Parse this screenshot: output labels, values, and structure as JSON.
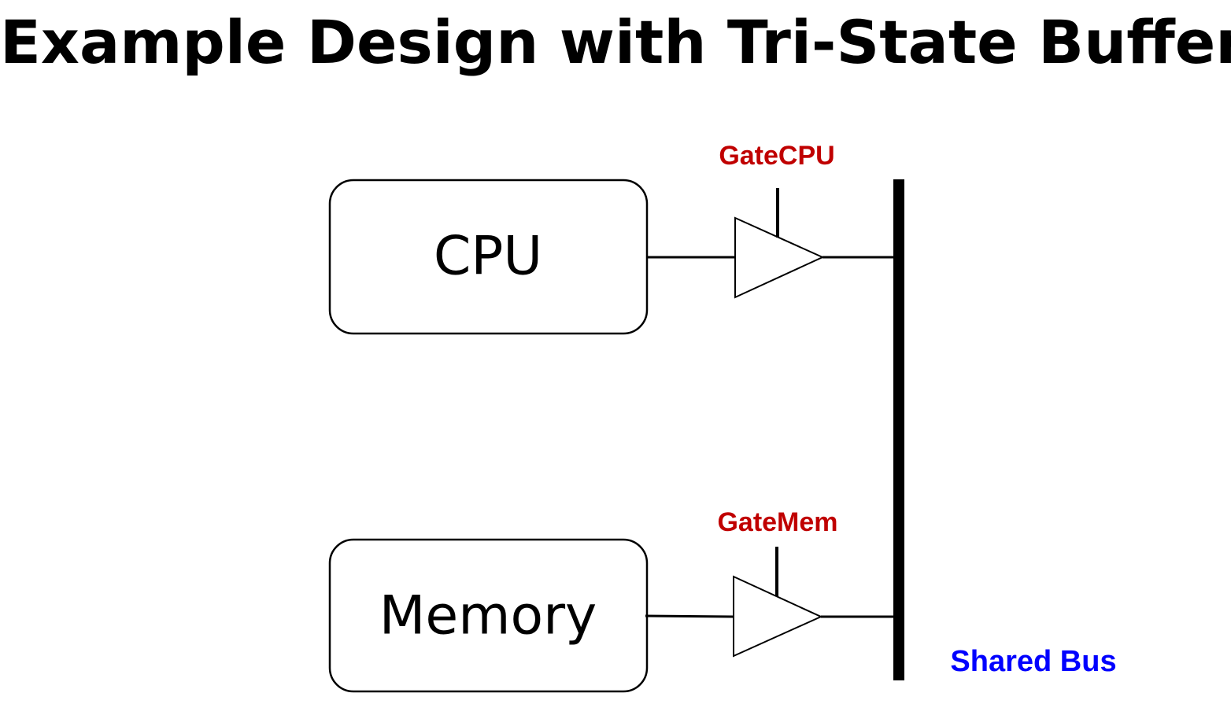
{
  "title": "Example Design with Tri-State Buffers",
  "blocks": {
    "cpu": {
      "label": "CPU"
    },
    "memory": {
      "label": "Memory"
    }
  },
  "gates": {
    "cpu": {
      "label": "GateCPU"
    },
    "memory": {
      "label": "GateMem"
    }
  },
  "bus": {
    "label": "Shared Bus"
  },
  "colors": {
    "gate_label": "#c00000",
    "bus_label": "#0000ff",
    "line": "#000000",
    "background": "#ffffff"
  }
}
